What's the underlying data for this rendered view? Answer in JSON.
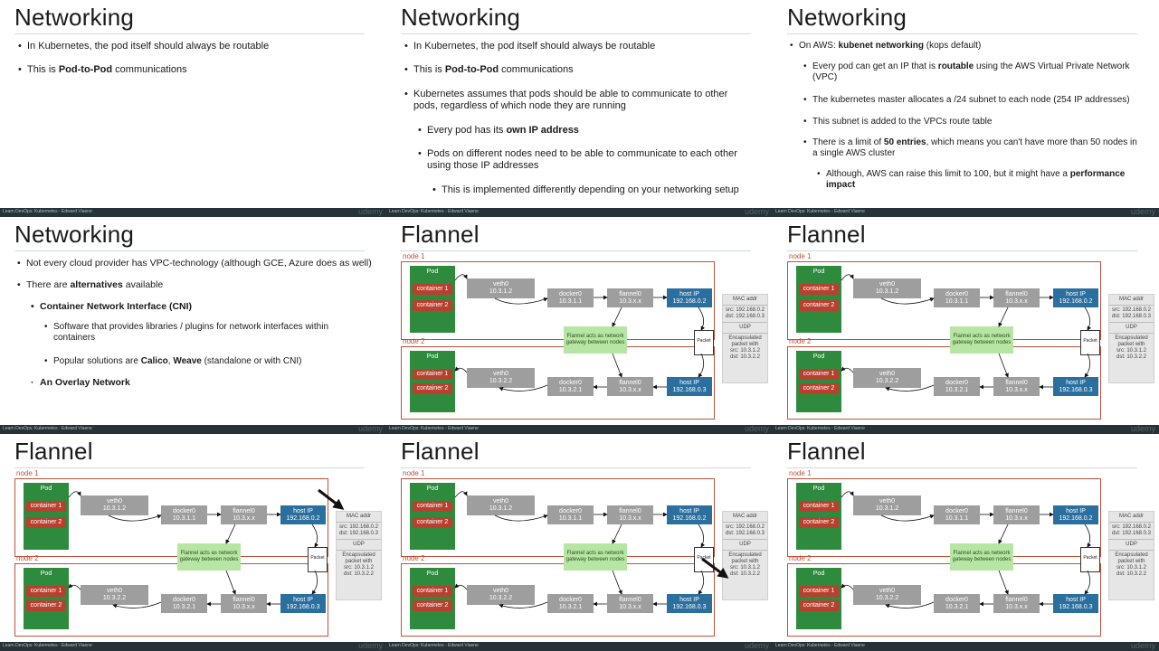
{
  "footer": {
    "text": "Learn DevOps: Kubernetes - Edward Viaene",
    "brand": "udemy"
  },
  "slides": {
    "s1": {
      "title": "Networking",
      "b1": "In Kubernetes, the pod itself should always be routable",
      "b2_pre": "This is ",
      "b2_bold": "Pod-to-Pod",
      "b2_post": " communications"
    },
    "s2": {
      "title": "Networking",
      "b1": "In Kubernetes, the pod itself should always be routable",
      "b2_pre": "This is ",
      "b2_bold": "Pod-to-Pod",
      "b2_post": " communications",
      "b3": "Kubernetes assumes that pods should be able to communicate to other pods, regardless of which node they are running",
      "b4_pre": "Every pod has its ",
      "b4_bold": "own IP address",
      "b5": "Pods on different nodes need to be able to communicate to each other using those IP addresses",
      "b6": "This is implemented differently depending on your networking setup"
    },
    "s3": {
      "title": "Networking",
      "b1_pre": "On AWS: ",
      "b1_bold": "kubenet networking",
      "b1_post": " (kops default)",
      "b2_pre": "Every pod can get an IP that is ",
      "b2_bold": "routable",
      "b2_post": " using the AWS Virtual Private Network (VPC)",
      "b3": "The kubernetes master allocates a /24 subnet to each node (254 IP addresses)",
      "b4": "This subnet is added to the VPCs route table",
      "b5_pre": "There is a limit of ",
      "b5_bold": "50 entries",
      "b5_post": ", which means you can't have more than 50 nodes in a single AWS cluster",
      "b6_pre": "Although, AWS can raise this limit to 100, but it might have a ",
      "b6_bold": "performance impact"
    },
    "s4": {
      "title": "Networking",
      "b1": "Not every cloud provider has VPC-technology (although GCE, Azure does as well)",
      "b2_pre": "There are ",
      "b2_bold": "alternatives",
      "b2_post": " available",
      "b3": "Container Network Interface (CNI)",
      "b4": "Software that provides libraries / plugins for network interfaces within containers",
      "b5_pre": "Popular solutions are ",
      "b5_bold1": "Calico",
      "b5_mid": ", ",
      "b5_bold2": "Weave",
      "b5_post": " (standalone or with CNI)",
      "b6": "An Overlay Network"
    }
  },
  "flannel": {
    "title": "Flannel",
    "node1": "node 1",
    "node2": "node 2",
    "pod": "Pod",
    "container1": "container 1",
    "container2": "container 2",
    "veth1": "veth0",
    "veth1_ip": "10.3.1.2",
    "veth2": "veth0",
    "veth2_ip": "10.3.2.2",
    "docker1": "docker0",
    "docker1_ip": "10.3.1.1",
    "docker2": "docker0",
    "docker2_ip": "10.3.2.1",
    "flannel": "flannel0",
    "flannel_ip": "10.3.x.x",
    "host1": "host IP",
    "host1_ip": "192.168.0.2",
    "host2": "host IP",
    "host2_ip": "192.168.0.3",
    "gateway": "Flannel acts as network gateway between nodes",
    "packet": "Packet",
    "mac_addr": "MAC addr",
    "mac_src": "src: 192.168.0.2",
    "mac_dst": "dst: 192.168.0.3",
    "udp": "UDP",
    "encap": "Encapsulated packet with",
    "encap_src": "src: 10.3.1.2",
    "encap_dst": "dst: 10.3.2.2"
  }
}
